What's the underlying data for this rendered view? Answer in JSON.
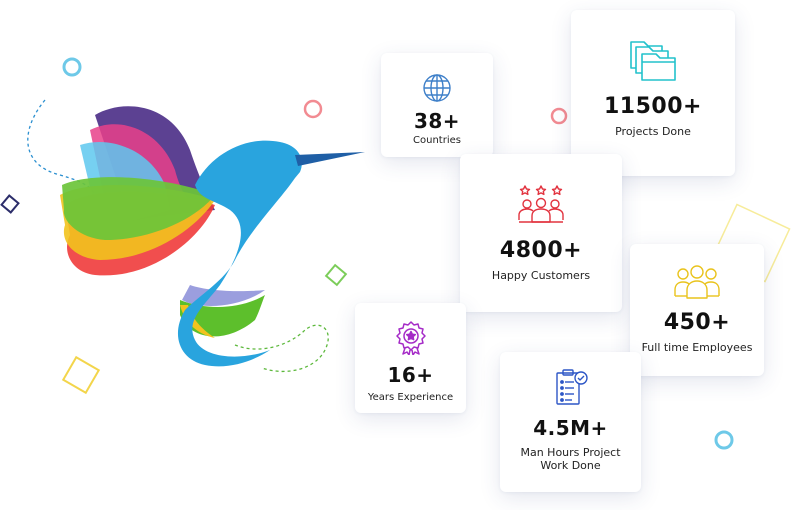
{
  "stats": [
    {
      "value": "38+",
      "label": "Countries",
      "icon": "globe-icon",
      "color": "#3f80c9"
    },
    {
      "value": "11500+",
      "label": "Projects Done",
      "icon": "folders-icon",
      "color": "#22c2cc"
    },
    {
      "value": "4800+",
      "label": "Happy Customers",
      "icon": "customers-icon",
      "color": "#e2333f"
    },
    {
      "value": "450+",
      "label": "Full time Employees",
      "icon": "employees-icon",
      "color": "#e9c31c"
    },
    {
      "value": "16+",
      "label": "Years Experience",
      "icon": "badge-icon",
      "color": "#a52bc7"
    },
    {
      "value": "4.5M+",
      "label_line1": "Man Hours Project",
      "label_line2": "Work Done",
      "icon": "checklist-icon",
      "color": "#2d56c6"
    }
  ],
  "bird_colors": [
    "#29a4de",
    "#5dbf2c",
    "#f2c31e",
    "#ef3b3b",
    "#4a2c86",
    "#e8418a"
  ]
}
